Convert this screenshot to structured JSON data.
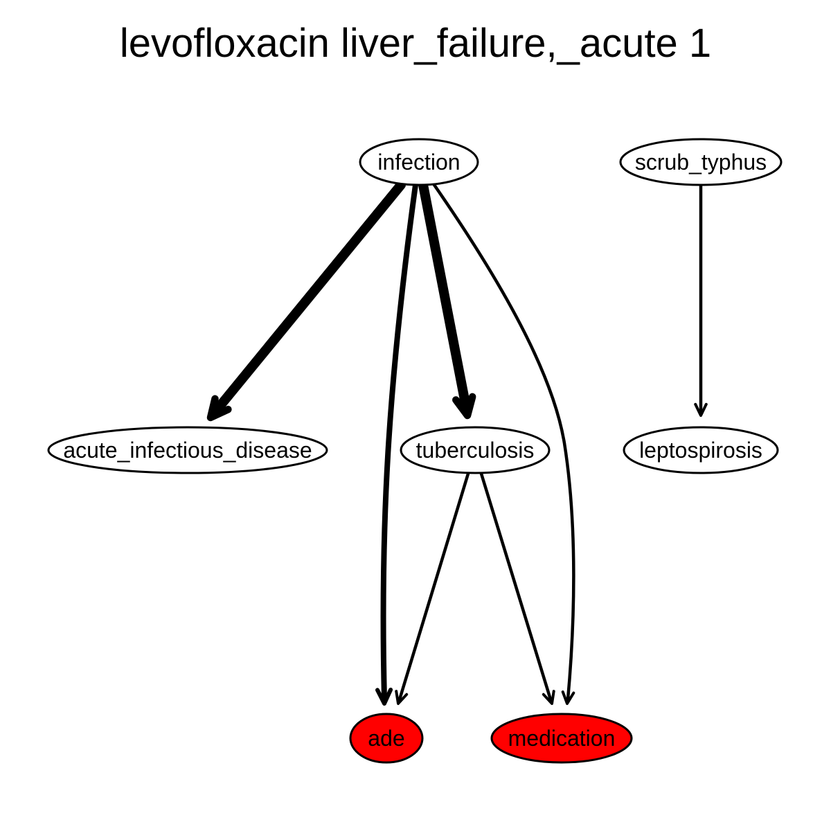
{
  "title": "levofloxacin liver_failure,_acute 1",
  "colors": {
    "background": "#ffffff",
    "node_default_fill": "#ffffff",
    "node_highlight_fill": "#ff0000",
    "stroke": "#000000"
  },
  "nodes": [
    {
      "id": "infection",
      "label": "infection",
      "highlight": false
    },
    {
      "id": "scrub_typhus",
      "label": "scrub_typhus",
      "highlight": false
    },
    {
      "id": "acute_infectious_disease",
      "label": "acute_infectious_disease",
      "highlight": false
    },
    {
      "id": "tuberculosis",
      "label": "tuberculosis",
      "highlight": false
    },
    {
      "id": "leptospirosis",
      "label": "leptospirosis",
      "highlight": false
    },
    {
      "id": "ade",
      "label": "ade",
      "highlight": true
    },
    {
      "id": "medication",
      "label": "medication",
      "highlight": true
    }
  ],
  "edges": [
    {
      "from": "infection",
      "to": "acute_infectious_disease",
      "weight": "heavy"
    },
    {
      "from": "infection",
      "to": "ade",
      "weight": "medium"
    },
    {
      "from": "infection",
      "to": "tuberculosis",
      "weight": "heavy"
    },
    {
      "from": "infection",
      "to": "medication",
      "weight": "light"
    },
    {
      "from": "scrub_typhus",
      "to": "leptospirosis",
      "weight": "light"
    },
    {
      "from": "tuberculosis",
      "to": "ade",
      "weight": "light"
    },
    {
      "from": "tuberculosis",
      "to": "medication",
      "weight": "light"
    }
  ]
}
